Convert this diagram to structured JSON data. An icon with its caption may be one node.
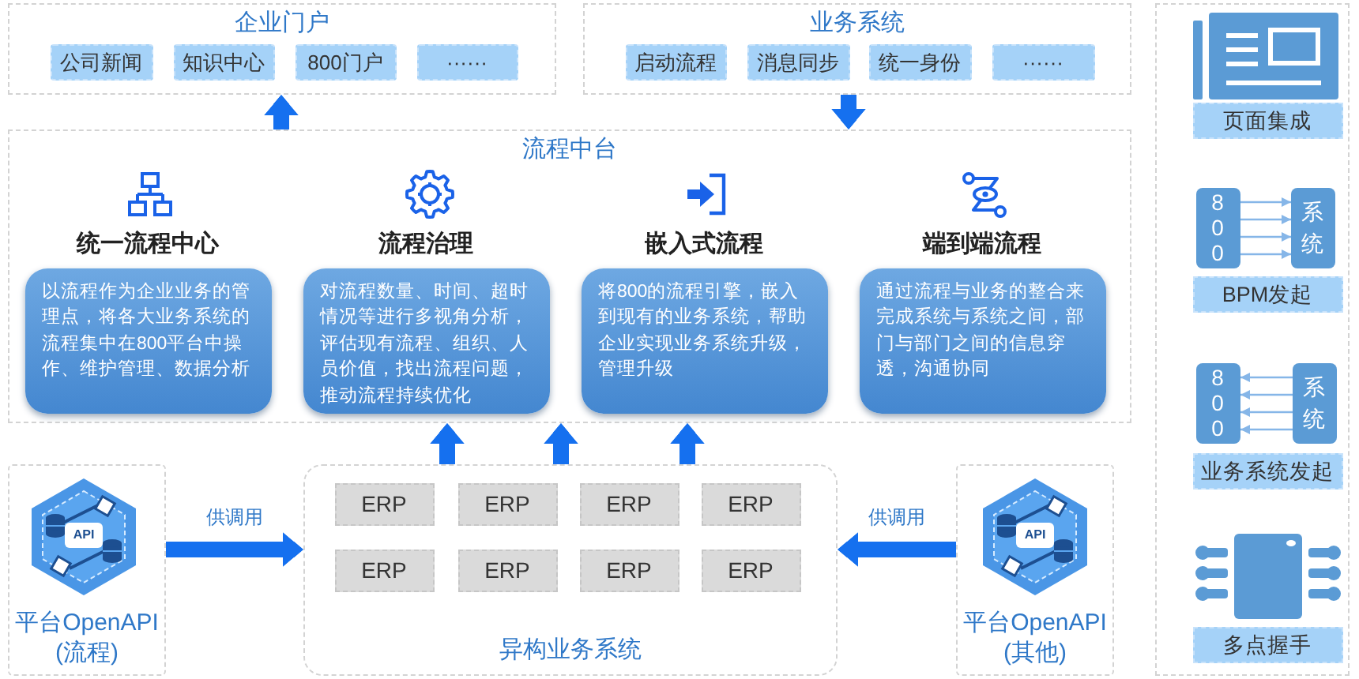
{
  "diagram": {
    "nodes": [
      {
        "text": [
          "企业门户"
        ]
      },
      {
        "text": [
          "公司新闻"
        ],
        "in": 0
      },
      {
        "text": [
          "知识中心"
        ],
        "in": 0
      },
      {
        "text": [
          "800门户"
        ],
        "in": 0
      },
      {
        "text": [
          "······"
        ],
        "in": 0
      },
      {
        "text": [
          "业务系统"
        ]
      },
      {
        "text": [
          "启动流程"
        ],
        "in": 5
      },
      {
        "text": [
          "消息同步"
        ],
        "in": 5
      },
      {
        "text": [
          "统一身份"
        ],
        "in": 5
      },
      {
        "text": [
          "······"
        ],
        "in": 5
      },
      {
        "text": [
          "流程中台"
        ]
      },
      {
        "text": [
          "统一流程中心",
          "以流程作为企业业务的管理点，将各大业务系统的流程集中在800平台中操作、维护管理、数据分析"
        ],
        "in": 10
      },
      {
        "text": [
          "流程治理",
          "对流程数量、时间、超时情况等进行多视角分析，评估现有流程、组织、人员价值，找出流程问题，推动流程持续优化"
        ],
        "in": 10
      },
      {
        "text": [
          "嵌入式流程",
          "将800的流程引擎，嵌入到现有的业务系统，帮助企业实现业务系统升级，管理升级"
        ],
        "in": 10
      },
      {
        "text": [
          "端到端流程",
          "通过流程与业务的整合来完成系统与系统之间，部门与部门之间的信息穿透，沟通协同"
        ],
        "in": 10
      },
      {
        "text": [
          "平台OpenAPI (流程)"
        ]
      },
      {
        "text": [
          "异构业务系统"
        ]
      },
      {
        "text": [
          "ERP"
        ],
        "in": 16
      },
      {
        "text": [
          "ERP"
        ],
        "in": 16
      },
      {
        "text": [
          "ERP"
        ],
        "in": 16
      },
      {
        "text": [
          "ERP"
        ],
        "in": 16
      },
      {
        "text": [
          "ERP"
        ],
        "in": 16
      },
      {
        "text": [
          "ERP"
        ],
        "in": 16
      },
      {
        "text": [
          "ERP"
        ],
        "in": 16
      },
      {
        "text": [
          "ERP"
        ],
        "in": 16
      },
      {
        "text": [
          "平台OpenAPI (其他)"
        ]
      },
      {
        "text": [],
        "shape": "box"
      },
      {
        "text": [
          "页面集成"
        ],
        "in": 26
      },
      {
        "text": [
          "800"
        ],
        "in": 26
      },
      {
        "text": [
          "系统"
        ],
        "in": 26
      },
      {
        "text": [
          "BPM发起"
        ],
        "in": 26
      },
      {
        "text": [
          "800"
        ],
        "in": 26
      },
      {
        "text": [
          "系统"
        ],
        "in": 26
      },
      {
        "text": [
          "业务系统发起"
        ],
        "in": 26
      },
      {
        "text": [
          "多点握手"
        ],
        "in": 26
      }
    ],
    "edges": [
      {
        "from": 10,
        "to": 0,
        "arrow": "to",
        "style": "thick",
        "color": "#1570ef"
      },
      {
        "from": 5,
        "to": 10,
        "arrow": "to",
        "style": "thick",
        "color": "#1570ef"
      },
      {
        "from": 16,
        "to": 10,
        "arrow": "to",
        "style": "thick",
        "color": "#1570ef"
      },
      {
        "from": 16,
        "to": 10,
        "arrow": "to",
        "style": "thick",
        "color": "#1570ef"
      },
      {
        "from": 16,
        "to": 10,
        "arrow": "to",
        "style": "thick",
        "color": "#1570ef"
      },
      {
        "from": 15,
        "to": 16,
        "arrow": "to",
        "label": "供调用",
        "style": "thick",
        "color": "#1570ef"
      },
      {
        "from": 25,
        "to": 16,
        "arrow": "to",
        "label": "供调用",
        "style": "thick",
        "color": "#1570ef"
      },
      {
        "from": 28,
        "to": 29,
        "arrow": "to"
      },
      {
        "from": 28,
        "to": 29,
        "arrow": "to"
      },
      {
        "from": 28,
        "to": 29,
        "arrow": "to"
      },
      {
        "from": 28,
        "to": 29,
        "arrow": "to"
      },
      {
        "from": 32,
        "to": 31,
        "arrow": "to"
      },
      {
        "from": 32,
        "to": 31,
        "arrow": "to"
      },
      {
        "from": 32,
        "to": 31,
        "arrow": "to"
      },
      {
        "from": 32,
        "to": 31,
        "arrow": "to"
      }
    ],
    "labels": [
      "API",
      "API"
    ]
  }
}
